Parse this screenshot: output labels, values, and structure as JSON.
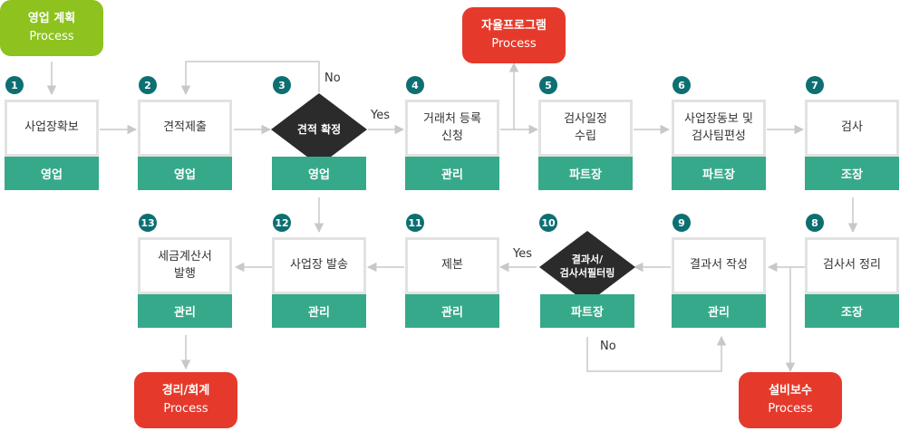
{
  "processes": {
    "sales_plan": {
      "title": "영업 계획",
      "sub": "Process",
      "color": "#8dc21f"
    },
    "self_program": {
      "title": "자율프로그램",
      "sub": "Process",
      "color": "#e53a2b"
    },
    "accounting": {
      "title": "경리/회계",
      "sub": "Process",
      "color": "#e53a2b"
    },
    "maintenance": {
      "title": "설비보수",
      "sub": "Process",
      "color": "#e53a2b"
    }
  },
  "steps": [
    {
      "num": "1",
      "task": "사업장확보",
      "role": "영업"
    },
    {
      "num": "2",
      "task": "견적제출",
      "role": "영업"
    },
    {
      "num": "3",
      "task": "견적 확정",
      "role": "영업"
    },
    {
      "num": "4",
      "task": "거래처 등록\n신청",
      "role": "관리"
    },
    {
      "num": "5",
      "task": "검사일정\n수립",
      "role": "파트장"
    },
    {
      "num": "6",
      "task": "사업장동보 및\n검사팀편성",
      "role": "파트장"
    },
    {
      "num": "7",
      "task": "검사",
      "role": "조장"
    },
    {
      "num": "8",
      "task": "검사서 정리",
      "role": "조장"
    },
    {
      "num": "9",
      "task": "결과서 작성",
      "role": "관리"
    },
    {
      "num": "10",
      "task": "결과서/\n검사서필터링",
      "role": "파트장"
    },
    {
      "num": "11",
      "task": "제본",
      "role": "관리"
    },
    {
      "num": "12",
      "task": "사업장 발송",
      "role": "관리"
    },
    {
      "num": "13",
      "task": "세금계산서\n발행",
      "role": "관리"
    }
  ],
  "labels": {
    "d3_no": "No",
    "d3_yes": "Yes",
    "d10_yes": "Yes",
    "d10_no": "No"
  },
  "colors": {
    "role_fill": "#36a98a",
    "badge": "#0d6f72",
    "border": "#e2e2e2",
    "arrow": "#c8c8c8",
    "diamond": "#2b2b2b"
  }
}
